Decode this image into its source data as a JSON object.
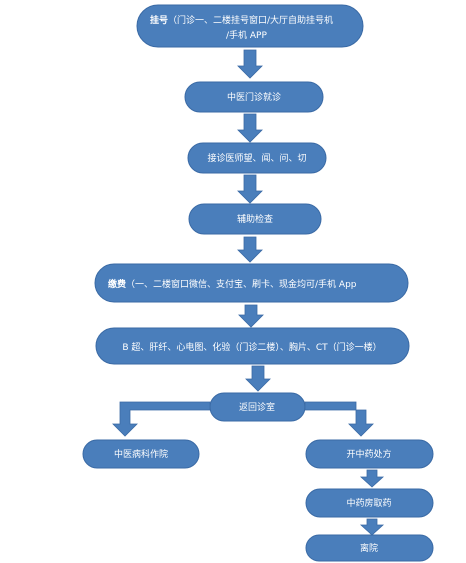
{
  "nodes": {
    "register": {
      "label_bold": "挂号",
      "label_rest": "（门诊一、二楼挂号窗口/大厅自助挂号机",
      "label_line2": "/手机 APP"
    },
    "tcm_clinic": {
      "label": "中医门诊就诊"
    },
    "diagnosis": {
      "label": "接诊医师望、闻、问、切"
    },
    "aux_exam": {
      "label": "辅助检查"
    },
    "payment": {
      "label_bold": "缴费",
      "label_rest": "（一、二楼窗口微信、支付宝、刷卡、现金均可/手机 App"
    },
    "exam_types": {
      "label": "B 超、肝纤、心电图、化验（门诊二楼）、胸片、CT（门诊一楼）"
    },
    "return_clinic": {
      "label": "返回诊室"
    },
    "tcm_therapy": {
      "label": "中医病科作院"
    },
    "prescription": {
      "label": "开中药处方"
    },
    "pharmacy": {
      "label": "中药房取药"
    },
    "leave": {
      "label": "离院"
    }
  }
}
